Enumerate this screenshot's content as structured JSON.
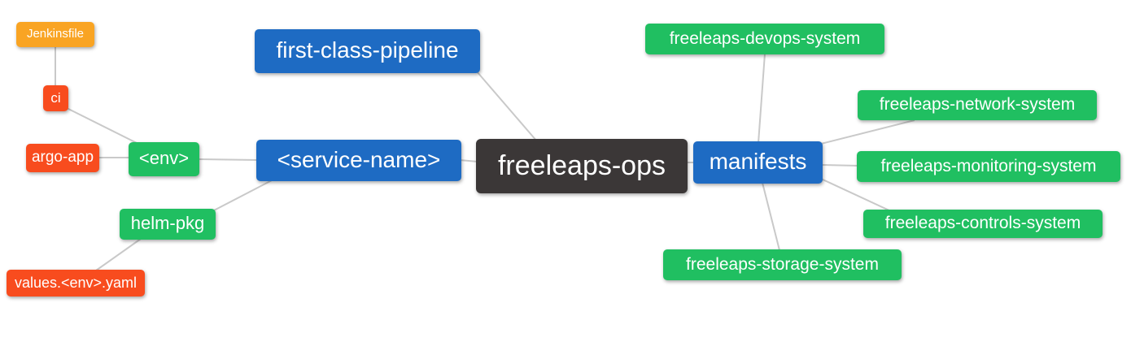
{
  "diagram": {
    "title": "freeleaps-ops mindmap",
    "type": "mindmap",
    "root": "freeleaps-ops"
  },
  "palette": {
    "orange": "#F9A423",
    "red": "#F84C1E",
    "green": "#20BF61",
    "blue": "#1E6BC3",
    "dark": "#3B3737",
    "edge": "#C9C9C9",
    "background": "#FFFFFF",
    "node_text": "#FFFFFF"
  },
  "nodes": {
    "freeleaps_ops": {
      "label": "freeleaps-ops",
      "color": "dark"
    },
    "first_class_pipeline": {
      "label": "first-class-pipeline",
      "color": "blue"
    },
    "service_name": {
      "label": "<service-name>",
      "color": "blue"
    },
    "manifests": {
      "label": "manifests",
      "color": "blue"
    },
    "env": {
      "label": "<env>",
      "color": "green"
    },
    "helm_pkg": {
      "label": "helm-pkg",
      "color": "green"
    },
    "jenkinsfile": {
      "label": "Jenkinsfile",
      "color": "orange"
    },
    "ci": {
      "label": "ci",
      "color": "red"
    },
    "argo_app": {
      "label": "argo-app",
      "color": "red"
    },
    "values_env_yaml": {
      "label": "values.<env>.yaml",
      "color": "red"
    },
    "devops_system": {
      "label": "freeleaps-devops-system",
      "color": "green"
    },
    "network_system": {
      "label": "freeleaps-network-system",
      "color": "green"
    },
    "monitoring_system": {
      "label": "freeleaps-monitoring-system",
      "color": "green"
    },
    "controls_system": {
      "label": "freeleaps-controls-system",
      "color": "green"
    },
    "storage_system": {
      "label": "freeleaps-storage-system",
      "color": "green"
    }
  },
  "edges": [
    {
      "from": "jenkinsfile",
      "to": "ci"
    },
    {
      "from": "ci",
      "to": "env"
    },
    {
      "from": "argo_app",
      "to": "env"
    },
    {
      "from": "env",
      "to": "service_name"
    },
    {
      "from": "helm_pkg",
      "to": "service_name"
    },
    {
      "from": "values_env_yaml",
      "to": "helm_pkg"
    },
    {
      "from": "first_class_pipeline",
      "to": "freeleaps_ops"
    },
    {
      "from": "service_name",
      "to": "freeleaps_ops"
    },
    {
      "from": "freeleaps_ops",
      "to": "manifests"
    },
    {
      "from": "manifests",
      "to": "devops_system"
    },
    {
      "from": "manifests",
      "to": "network_system"
    },
    {
      "from": "manifests",
      "to": "monitoring_system"
    },
    {
      "from": "manifests",
      "to": "controls_system"
    },
    {
      "from": "manifests",
      "to": "storage_system"
    }
  ]
}
